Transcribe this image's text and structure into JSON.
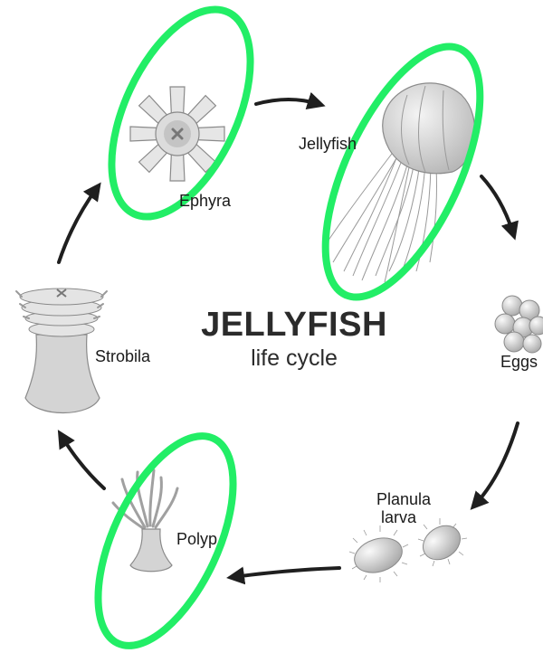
{
  "title": {
    "main": "JELLYFISH",
    "sub": "life cycle"
  },
  "stages": {
    "ephyra": "Ephyra",
    "jellyfish": "Jellyfish",
    "eggs": "Eggs",
    "planula_line1": "Planula",
    "planula_line2": "larva",
    "polyp": "Polyp",
    "strobila": "Strobila"
  },
  "highlighted_stages": [
    "Ephyra",
    "Jellyfish",
    "Polyp"
  ],
  "colors": {
    "highlight": "#22ee66",
    "arrow": "#1f1f1f",
    "organism": "#d9d9d9",
    "outline": "#8a8a8a"
  }
}
